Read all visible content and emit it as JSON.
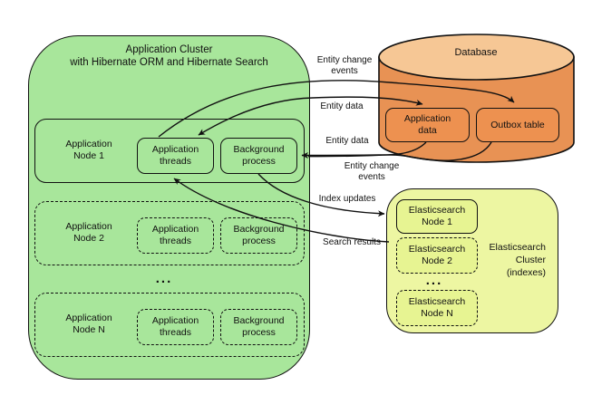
{
  "app_cluster": {
    "title": "Application Cluster\nwith Hibernate ORM and Hibernate Search",
    "nodes": [
      {
        "name": "Application\nNode 1",
        "threads": "Application\nthreads",
        "process": "Background\nprocess"
      },
      {
        "name": "Application\nNode 2",
        "threads": "Application\nthreads",
        "process": "Background\nprocess"
      },
      {
        "name": "Application\nNode N",
        "threads": "Application\nthreads",
        "process": "Background\nprocess"
      }
    ],
    "ellipsis": "..."
  },
  "database": {
    "title": "Database",
    "tables": [
      {
        "label": "Application\ndata"
      },
      {
        "label": "Outbox table"
      }
    ]
  },
  "elasticsearch_cluster": {
    "label": "Elasticsearch\nCluster\n(indexes)",
    "nodes": [
      {
        "label": "Elasticsearch\nNode 1"
      },
      {
        "label": "Elasticsearch\nNode 2"
      },
      {
        "label": "Elasticsearch\nNode N"
      }
    ],
    "ellipsis": "..."
  },
  "flow_labels": {
    "entity_change_events_write": "Entity change\nevents",
    "entity_data_readwrite": "Entity data",
    "entity_data_read": "Entity data",
    "entity_change_events_read": "Entity change\nevents",
    "index_updates": "Index updates",
    "search_results": "Search results"
  },
  "colors": {
    "app_cluster_fill": "#a8e69b",
    "database_top_fill": "#f6c795",
    "database_body_fill": "#e89254",
    "database_table_fill": "#ed9150",
    "es_cluster_fill": "#edf6a2",
    "es_node_fill": "#e7f492",
    "line": "#111111"
  }
}
